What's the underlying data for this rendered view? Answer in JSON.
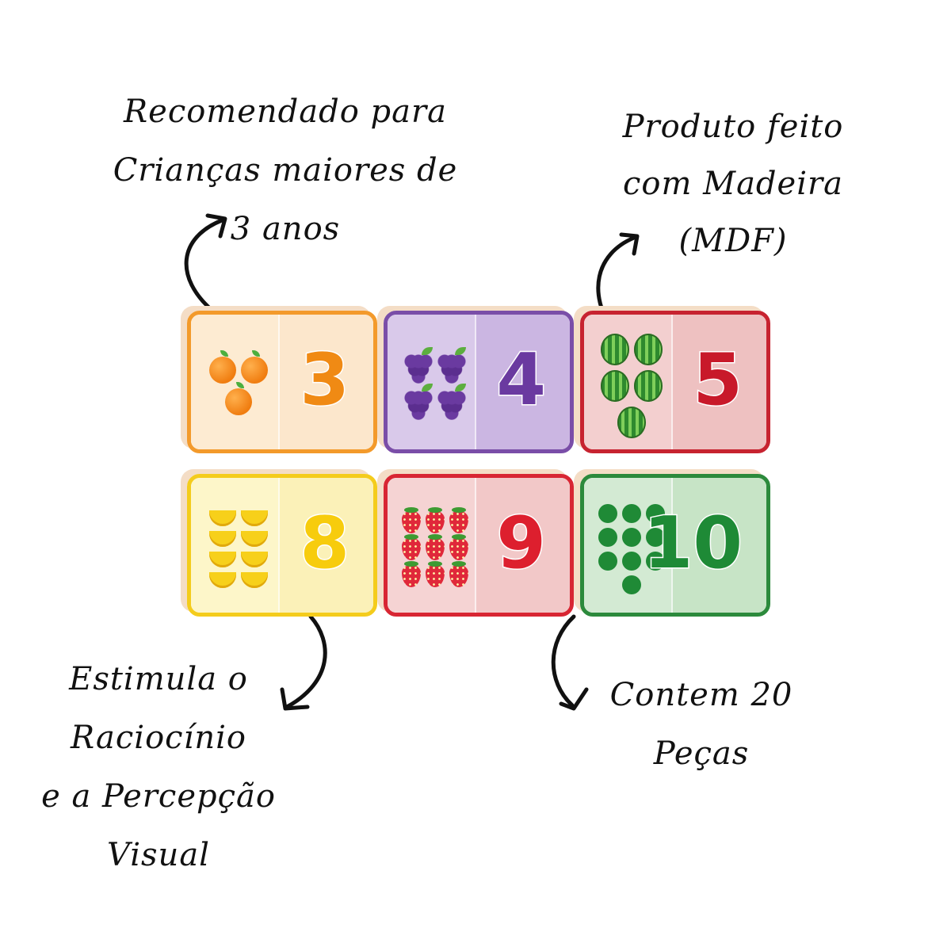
{
  "annotations": {
    "age": [
      "Recomendado para",
      "Crianças maiores de",
      "3 anos"
    ],
    "material": [
      "Produto feito",
      "com Madeira",
      "(MDF)"
    ],
    "reasoning": [
      "Estimula o",
      "Raciocínio",
      "e a Percepção",
      "Visual"
    ],
    "pieces": [
      "Contem 20",
      "Peças"
    ]
  },
  "cards": [
    {
      "number": "3",
      "fruit": "orange",
      "count": 3,
      "theme": "#f39a2b",
      "left_bg": "#fdebd2",
      "right_bg": "#fce7cc",
      "digit_color": "#f08a14"
    },
    {
      "number": "4",
      "fruit": "grapes",
      "count": 4,
      "theme": "#7a4ea8",
      "left_bg": "#d9c9ea",
      "right_bg": "#cbb6e2",
      "digit_color": "#6a3aa0"
    },
    {
      "number": "5",
      "fruit": "watermelon",
      "count": 5,
      "theme": "#c72330",
      "left_bg": "#f3cfcf",
      "right_bg": "#eec1c1",
      "digit_color": "#c8192a"
    },
    {
      "number": "8",
      "fruit": "banana",
      "count": 8,
      "theme": "#f4cc1c",
      "left_bg": "#fdf6c9",
      "right_bg": "#fbf1b8",
      "digit_color": "#f7cc0d"
    },
    {
      "number": "9",
      "fruit": "strawberry",
      "count": 9,
      "theme": "#d82633",
      "left_bg": "#f5d3d3",
      "right_bg": "#f2c8c8",
      "digit_color": "#dd1f2e"
    },
    {
      "number": "10",
      "fruit": "lime",
      "count": 10,
      "theme": "#2c8a3c",
      "left_bg": "#d3ead3",
      "right_bg": "#c7e4c6",
      "digit_color": "#1e8a36"
    }
  ]
}
